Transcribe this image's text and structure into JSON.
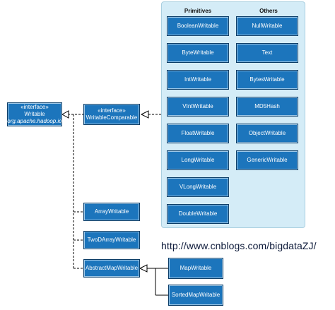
{
  "panel": {
    "primitives_title": "Primitives",
    "others_title": "Others"
  },
  "primitives": [
    "BooleanWritable",
    "ByteWritable",
    "IntWritable",
    "VIntWritable",
    "FloatWritable",
    "LongWritable",
    "VLongWritable",
    "DoubleWritable"
  ],
  "others": [
    "NullWritable",
    "Text",
    "BytesWritable",
    "MD5Hash",
    "ObjectWritable",
    "GenericWritable"
  ],
  "writable": {
    "stereotype": "«interface»",
    "name": "Writable",
    "package": "org.apache.hadoop.io"
  },
  "writable_comparable": {
    "stereotype": "«interface»",
    "name": "WritableComparable"
  },
  "collections": [
    "ArrayWritable",
    "TwoDArrayWritable",
    "AbstractMapWritable"
  ],
  "maps": [
    "MapWritable",
    "SortedMapWritable"
  ],
  "watermark_url": "http://www.cnblogs.com/bigdataZJ/",
  "colors": {
    "box_fill": "#1c75bc",
    "panel_fill": "#d4ecf7"
  }
}
